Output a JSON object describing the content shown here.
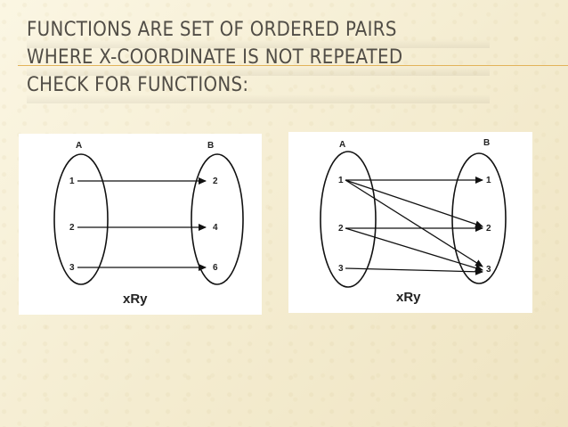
{
  "slide": {
    "title_lines": [
      "FUNCTIONS ARE SET OF ORDERED PAIRS",
      "WHERE X-COORDINATE IS NOT REPEATED",
      "CHECK FOR FUNCTIONS:"
    ],
    "accent_color": "#e2b35a",
    "title_color": "#514d46"
  },
  "diagram_left": {
    "set_a_label": "A",
    "set_b_label": "B",
    "domain": [
      "1",
      "2",
      "3"
    ],
    "codomain": [
      "2",
      "4",
      "6"
    ],
    "relation_label": "xRy",
    "mappings": [
      [
        "1",
        "2"
      ],
      [
        "2",
        "4"
      ],
      [
        "3",
        "6"
      ]
    ]
  },
  "diagram_right": {
    "set_a_label": "A",
    "set_b_label": "B",
    "domain": [
      "1",
      "2",
      "3"
    ],
    "codomain": [
      "1",
      "2",
      "3"
    ],
    "relation_label": "xRy",
    "mappings": [
      [
        "1",
        "1"
      ],
      [
        "1",
        "2"
      ],
      [
        "1",
        "3"
      ],
      [
        "2",
        "2"
      ],
      [
        "2",
        "3"
      ],
      [
        "3",
        "3"
      ]
    ]
  }
}
